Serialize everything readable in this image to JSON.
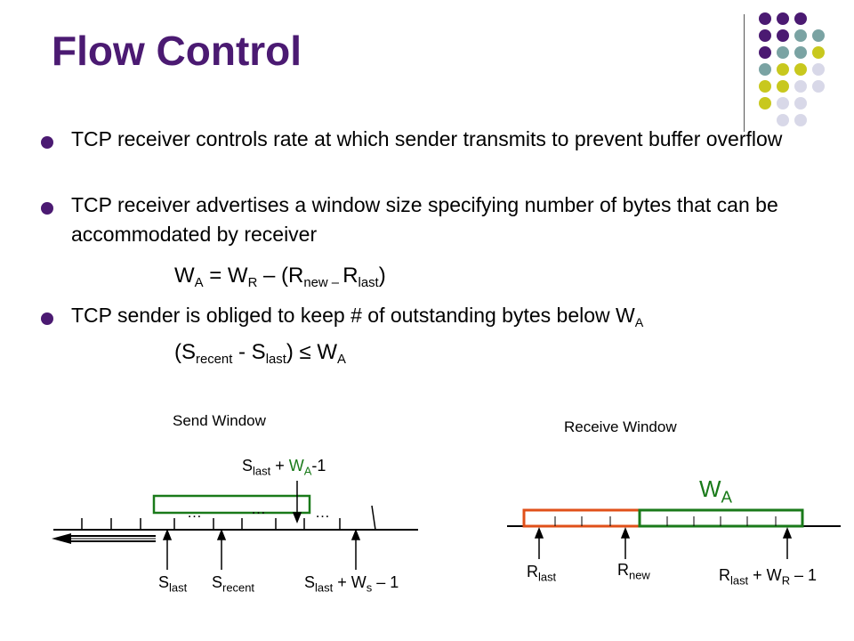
{
  "slide": {
    "title": "Flow Control",
    "bullets": [
      "TCP receiver controls rate at which sender transmits to prevent buffer overflow",
      "TCP receiver advertises a window size specifying number of bytes that can be accommodated by receiver",
      "TCP sender is obliged to keep # of outstanding bytes below W"
    ],
    "bullet3_sub": "A",
    "eq1": {
      "w": "W",
      "a": "A",
      "eqr": " = W",
      "r": "R",
      "mid": " – (R",
      "new": "new – ",
      "r2": "R",
      "last": "last",
      "end": ")"
    },
    "eq2": {
      "open": "(S",
      "recent": "recent",
      "minus": " -  S",
      "last": "last",
      "close": ")  ≤ W",
      "a": "A"
    }
  },
  "send_window": {
    "title": "Send Window",
    "top_label": {
      "s": "S",
      "last": "last",
      "plus": " + ",
      "w": "W",
      "a": "A",
      "tail": "-1"
    },
    "dots": [
      "…",
      "…",
      "…"
    ],
    "labels": {
      "slast": {
        "s": "S",
        "sub": "last"
      },
      "srecent": {
        "s": "S",
        "sub": "recent"
      },
      "send": {
        "s": "S",
        "sub": "last",
        "mid": " + W",
        "sub2": "s",
        "tail": " – 1"
      }
    }
  },
  "receive_window": {
    "title": "Receive Window",
    "wa": {
      "w": "W",
      "a": "A"
    },
    "labels": {
      "rlast": {
        "r": "R",
        "sub": "last"
      },
      "rnew": {
        "r": "R",
        "sub": "new"
      },
      "rend": {
        "r": "R",
        "sub": "last",
        "mid": " + W",
        "sub2": "R",
        "tail": " – 1"
      }
    }
  },
  "colors": {
    "title": "#4b1a72",
    "green": "#1a7a1a",
    "orange": "#e0501a",
    "dot_purple": "#4b1a72",
    "dot_teal": "#7aa3a3",
    "dot_yellow": "#c8c81e",
    "dot_lavender": "#d8d8e8"
  }
}
